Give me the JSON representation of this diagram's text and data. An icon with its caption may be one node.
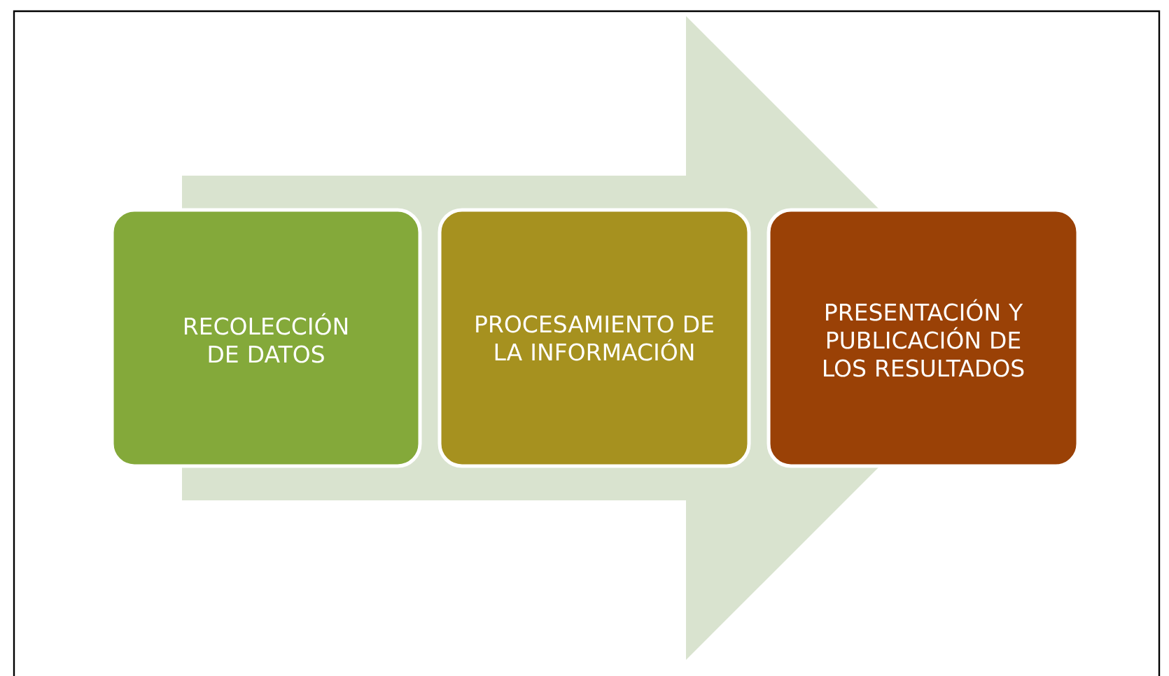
{
  "diagram": {
    "nodes": [
      {
        "text": [
          "RECOLECCIÓN DE DATOS"
        ]
      },
      {
        "text": [
          "PROCESAMIENTO DE LA INFORMACIÓN"
        ]
      },
      {
        "text": [
          "PRESENTACIÓN Y PUBLICACIÓN DE LOS RESULTADOS"
        ]
      }
    ],
    "edges": [
      {
        "from": 0,
        "to": 2,
        "arrow": "to",
        "style": "thick"
      }
    ]
  }
}
